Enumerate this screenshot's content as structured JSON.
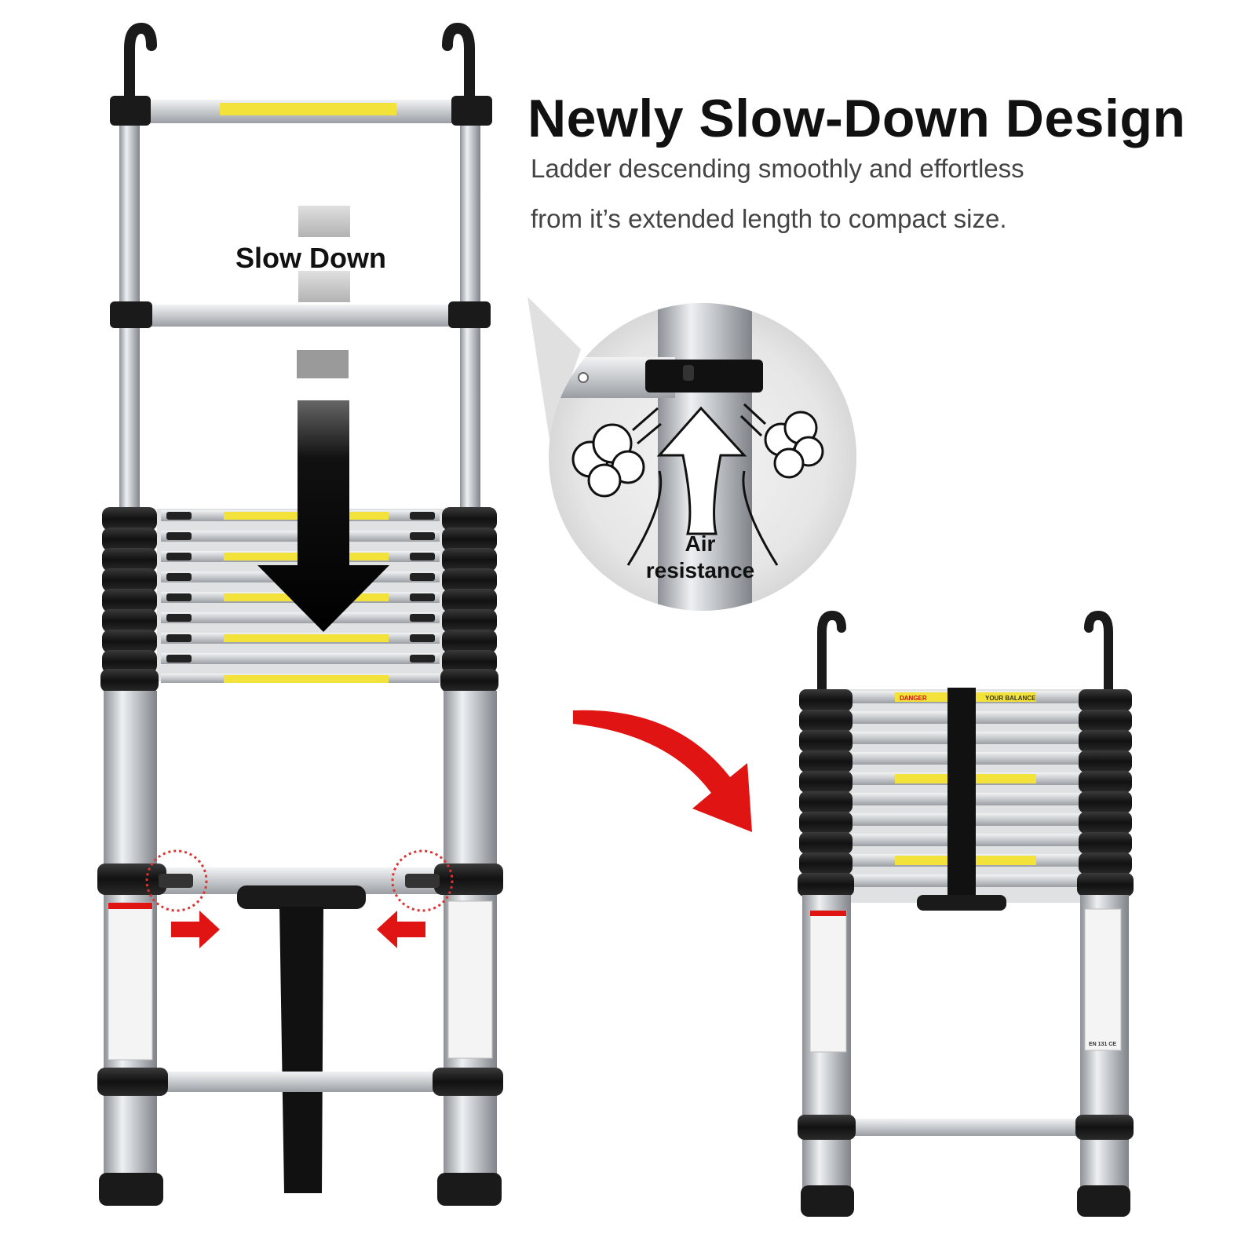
{
  "headline": {
    "title": "Newly Slow-Down Design",
    "line1": "Ladder descending smoothly and effortless",
    "line2": "from it’s extended length to compact size."
  },
  "extended_ladder": {
    "slow_down_label": "Slow Down"
  },
  "detail_callout": {
    "air_label_line1": "Air",
    "air_label_line2": "resistance"
  },
  "compact_ladder": {
    "warning_label": "DANGER",
    "balance_label": "YOUR BALANCE",
    "standard_label": "EN 131 CE"
  },
  "colors": {
    "aluminium": "#c9ccd0",
    "black_cap": "#1a1a1a",
    "warning_yellow": "#f2e23a",
    "red_arrow": "#e11414"
  }
}
